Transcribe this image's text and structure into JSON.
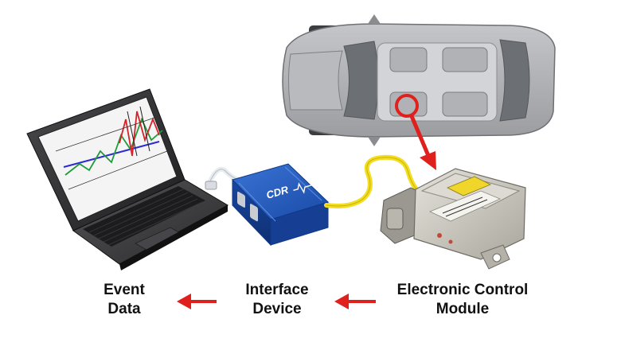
{
  "colors": {
    "arrow": "#e0201c",
    "interface_blue": "#1f55b8",
    "cable_yellow": "#f2dd1e",
    "ecu_body": "#c9c7bd",
    "car_body": "#a9abae"
  },
  "labels": {
    "event_data": {
      "line1": "Event",
      "line2": "Data"
    },
    "interface_device": {
      "line1": "Interface",
      "line2": "Device"
    },
    "ecm": {
      "line1": "Electronic Control",
      "line2": "Module"
    }
  },
  "device_text": {
    "cdr_logo": "CDR"
  },
  "icons": {
    "arrow_1": "arrow-left-icon",
    "arrow_2": "arrow-left-icon",
    "marker": "target-circle-icon",
    "pointer": "arrow-down-right-icon"
  }
}
